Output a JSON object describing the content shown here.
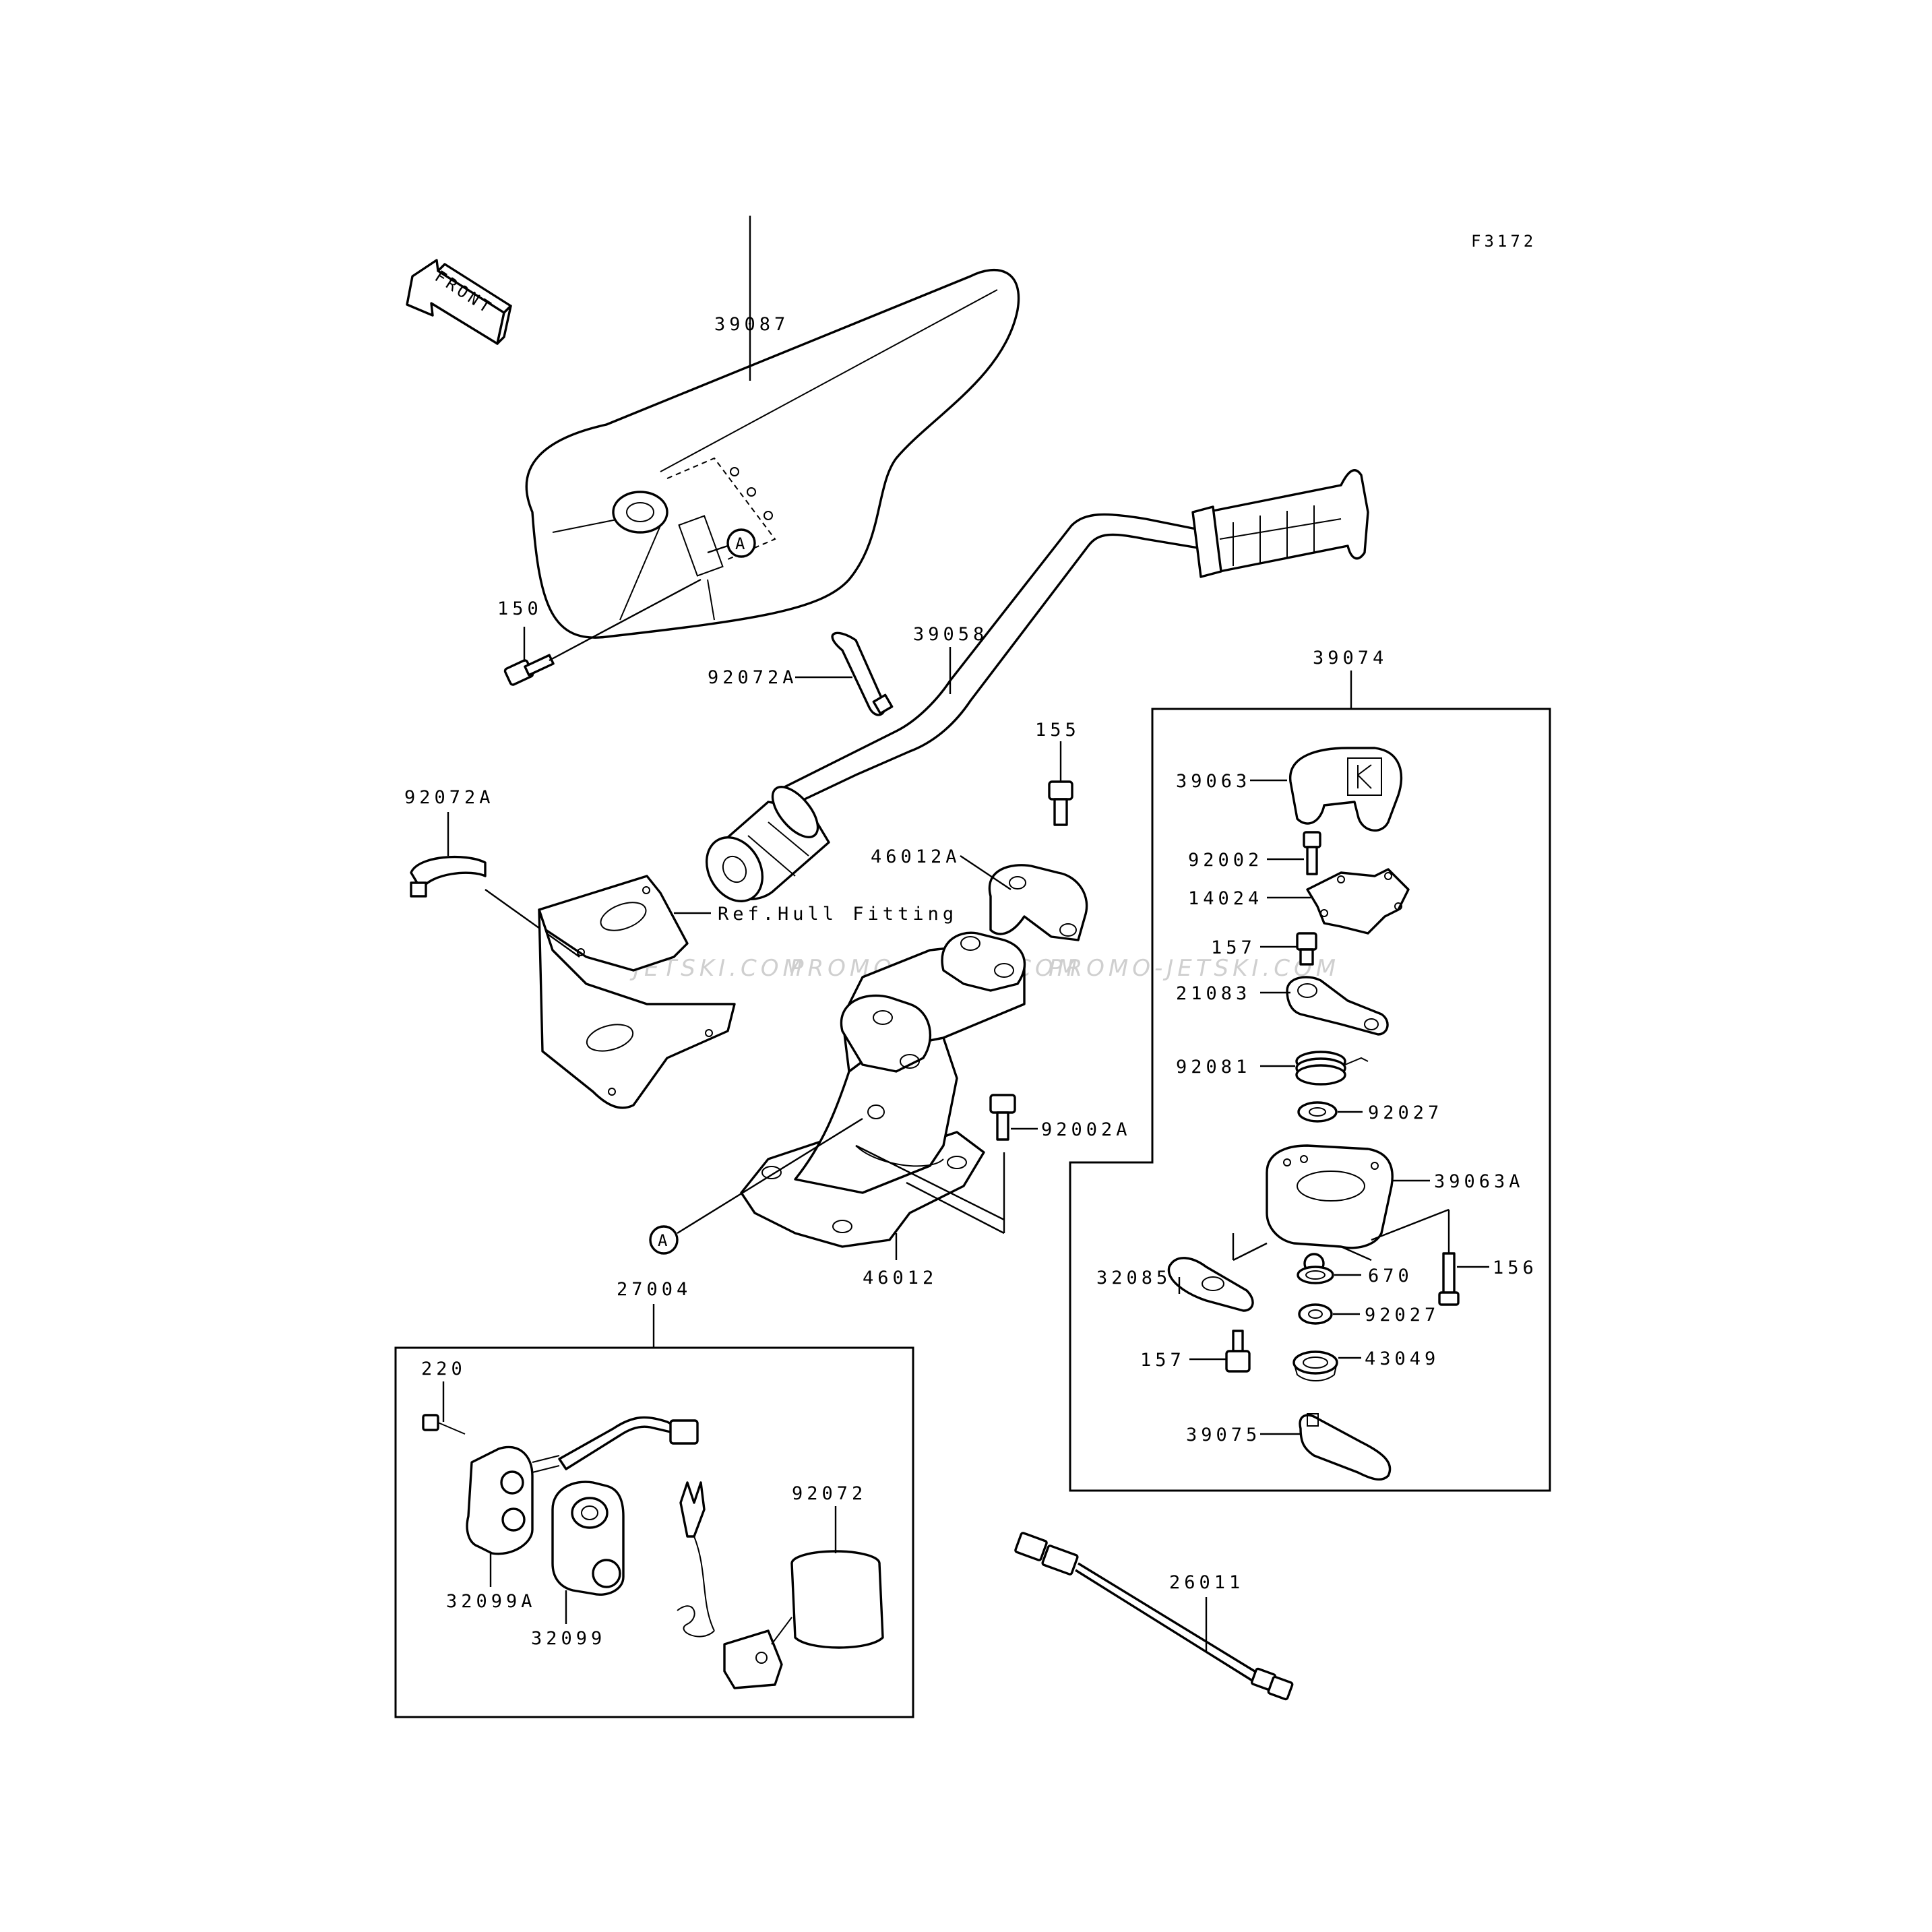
{
  "figure_code": "F3172",
  "front_arrow_text": "FRONT",
  "watermark": {
    "text1": "JETSKI.COM",
    "text2": "PROMO-JETSKI.COM",
    "text3": "PROMO-JETSKI.COM"
  },
  "reference_circle_label": "A",
  "labels": {
    "p39087": "39087",
    "p150": "150",
    "p39058": "39058",
    "p92072A_a": "92072A",
    "p92072A_b": "92072A",
    "p155": "155",
    "p46012A": "46012A",
    "ref_hull": "Ref.Hull Fitting",
    "p92002A": "92002A",
    "p46012": "46012",
    "p27004": "27004",
    "p220": "220",
    "p92072": "92072",
    "p32099A": "32099A",
    "p32099": "32099",
    "p26011": "26011",
    "p39074": "39074",
    "p39063": "39063",
    "p92002": "92002",
    "p14024": "14024",
    "p157_a": "157",
    "p21083": "21083",
    "p92081": "92081",
    "p92027_a": "92027",
    "p39063A": "39063A",
    "p156": "156",
    "p32085": "32085",
    "p670": "670",
    "p92027_b": "92027",
    "p157_b": "157",
    "p43049": "43049",
    "p39075": "39075"
  }
}
